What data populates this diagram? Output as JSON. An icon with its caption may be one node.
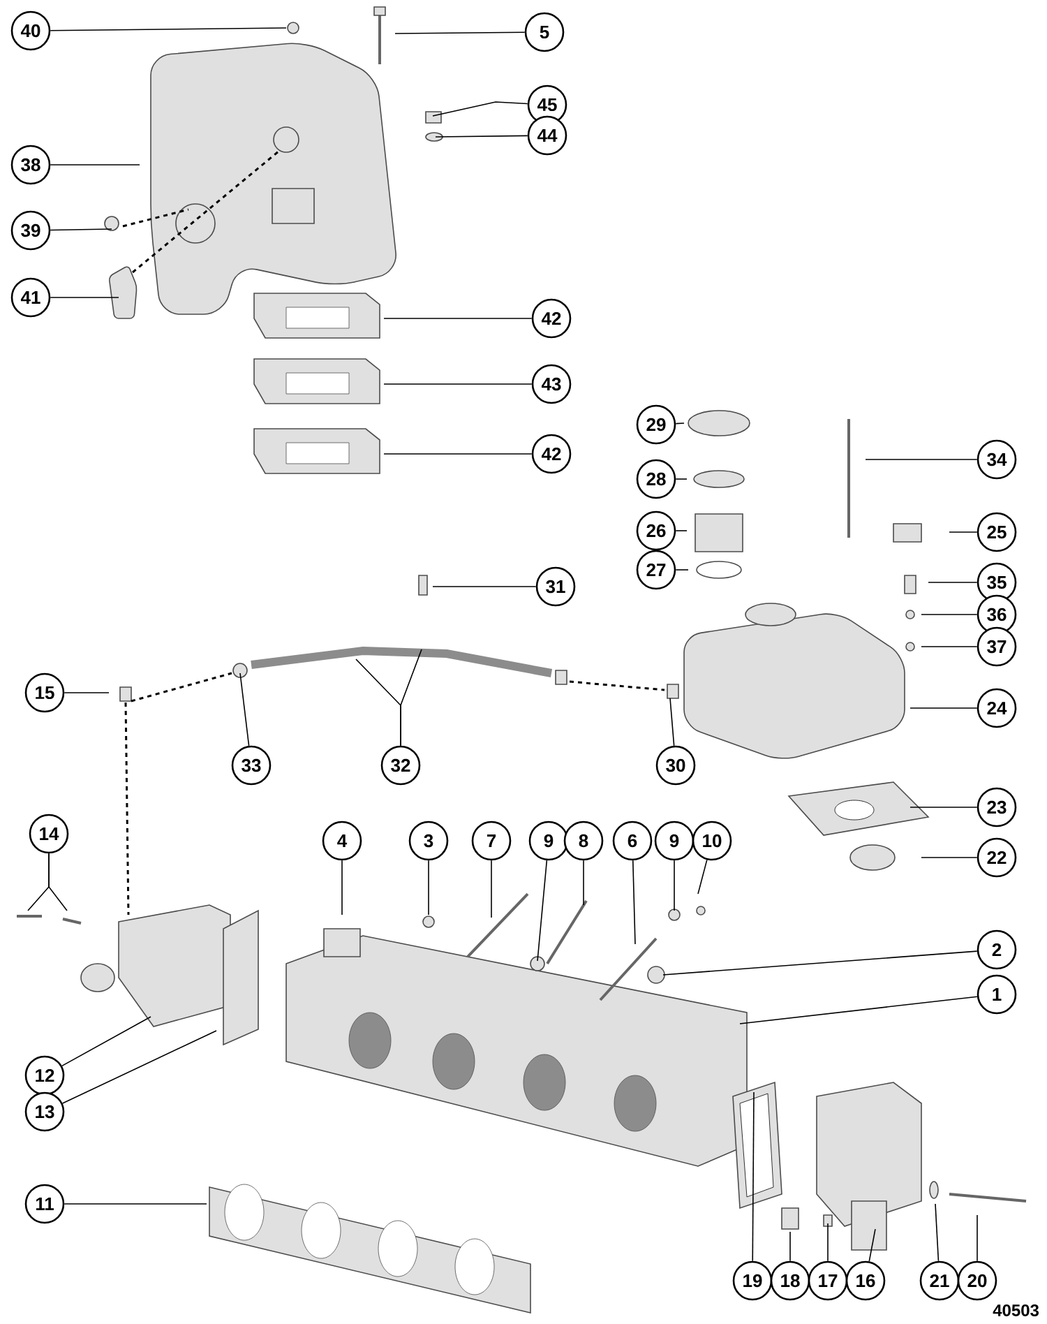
{
  "diagram": {
    "nodes": [
      {
        "text": [
          "40"
        ]
      },
      {
        "text": [
          "5"
        ]
      },
      {
        "text": [
          "45"
        ]
      },
      {
        "text": [
          "44"
        ]
      },
      {
        "text": [
          "38"
        ]
      },
      {
        "text": [
          "39"
        ]
      },
      {
        "text": [
          "41"
        ]
      },
      {
        "text": [
          "42"
        ]
      },
      {
        "text": [
          "43"
        ]
      },
      {
        "text": [
          "42"
        ]
      },
      {
        "text": [
          "29"
        ]
      },
      {
        "text": [
          "34"
        ]
      },
      {
        "text": [
          "28"
        ]
      },
      {
        "text": [
          "25"
        ]
      },
      {
        "text": [
          "26"
        ]
      },
      {
        "text": [
          "27"
        ]
      },
      {
        "text": [
          "35"
        ]
      },
      {
        "text": [
          "31"
        ]
      },
      {
        "text": [
          "36"
        ]
      },
      {
        "text": [
          "37"
        ]
      },
      {
        "text": [
          "15"
        ]
      },
      {
        "text": [
          "33"
        ]
      },
      {
        "text": [
          "32"
        ]
      },
      {
        "text": [
          "30"
        ]
      },
      {
        "text": [
          "24"
        ]
      },
      {
        "text": [
          "14"
        ]
      },
      {
        "text": [
          "23"
        ]
      },
      {
        "text": [
          "4"
        ]
      },
      {
        "text": [
          "3"
        ]
      },
      {
        "text": [
          "7"
        ]
      },
      {
        "text": [
          "9"
        ]
      },
      {
        "text": [
          "8"
        ]
      },
      {
        "text": [
          "6"
        ]
      },
      {
        "text": [
          "9"
        ]
      },
      {
        "text": [
          "10"
        ]
      },
      {
        "text": [
          "22"
        ]
      },
      {
        "text": [
          "2"
        ]
      },
      {
        "text": [
          "1"
        ]
      },
      {
        "text": [
          "12"
        ]
      },
      {
        "text": [
          "13"
        ]
      },
      {
        "text": [
          "11"
        ]
      },
      {
        "text": [
          "19"
        ]
      },
      {
        "text": [
          "18"
        ]
      },
      {
        "text": [
          "17"
        ]
      },
      {
        "text": [
          "16"
        ]
      },
      {
        "text": [
          "21"
        ]
      },
      {
        "text": [
          "20"
        ]
      }
    ],
    "edges": [
      {
        "from": 0,
        "to": null,
        "arrow": "none"
      },
      {
        "from": 1,
        "to": null,
        "arrow": "none"
      },
      {
        "from": 2,
        "to": null,
        "arrow": "none"
      },
      {
        "from": 3,
        "to": null,
        "arrow": "none"
      },
      {
        "from": 4,
        "to": null,
        "arrow": "none"
      },
      {
        "from": 5,
        "to": null,
        "arrow": "none"
      },
      {
        "from": 6,
        "to": null,
        "arrow": "none"
      },
      {
        "from": 7,
        "to": null,
        "arrow": "none"
      },
      {
        "from": 8,
        "to": null,
        "arrow": "none"
      },
      {
        "from": 9,
        "to": null,
        "arrow": "none"
      },
      {
        "from": 10,
        "to": null,
        "arrow": "none"
      },
      {
        "from": 11,
        "to": null,
        "arrow": "none"
      },
      {
        "from": 12,
        "to": null,
        "arrow": "none"
      },
      {
        "from": 13,
        "to": null,
        "arrow": "none"
      },
      {
        "from": 14,
        "to": null,
        "arrow": "none"
      },
      {
        "from": 15,
        "to": null,
        "arrow": "none"
      },
      {
        "from": 16,
        "to": null,
        "arrow": "none"
      },
      {
        "from": 17,
        "to": null,
        "arrow": "none"
      },
      {
        "from": 18,
        "to": null,
        "arrow": "none"
      },
      {
        "from": 19,
        "to": null,
        "arrow": "none"
      },
      {
        "from": 20,
        "to": null,
        "arrow": "none"
      },
      {
        "from": 21,
        "to": null,
        "arrow": "none"
      },
      {
        "from": 22,
        "to": null,
        "arrow": "none"
      },
      {
        "from": 22,
        "to": null,
        "arrow": "none"
      },
      {
        "from": 23,
        "to": null,
        "arrow": "none"
      },
      {
        "from": 24,
        "to": null,
        "arrow": "none"
      },
      {
        "from": 25,
        "to": null,
        "arrow": "none"
      },
      {
        "from": 25,
        "to": null,
        "arrow": "none"
      },
      {
        "from": 26,
        "to": null,
        "arrow": "none"
      },
      {
        "from": 27,
        "to": null,
        "arrow": "none"
      },
      {
        "from": 28,
        "to": null,
        "arrow": "none"
      },
      {
        "from": 29,
        "to": null,
        "arrow": "none"
      },
      {
        "from": 30,
        "to": null,
        "arrow": "none"
      },
      {
        "from": 31,
        "to": null,
        "arrow": "none"
      },
      {
        "from": 32,
        "to": null,
        "arrow": "none"
      },
      {
        "from": 33,
        "to": null,
        "arrow": "none"
      },
      {
        "from": 34,
        "to": null,
        "arrow": "none"
      },
      {
        "from": 35,
        "to": null,
        "arrow": "none"
      },
      {
        "from": 36,
        "to": null,
        "arrow": "none"
      },
      {
        "from": 37,
        "to": null,
        "arrow": "none"
      },
      {
        "from": 38,
        "to": null,
        "arrow": "none"
      },
      {
        "from": 39,
        "to": null,
        "arrow": "none"
      },
      {
        "from": 40,
        "to": null,
        "arrow": "none"
      },
      {
        "from": 41,
        "to": null,
        "arrow": "none"
      },
      {
        "from": 42,
        "to": null,
        "arrow": "none"
      },
      {
        "from": 43,
        "to": null,
        "arrow": "none"
      },
      {
        "from": 44,
        "to": null,
        "arrow": "none"
      },
      {
        "from": 45,
        "to": null,
        "arrow": "none"
      },
      {
        "from": 46,
        "to": null,
        "arrow": "none"
      }
    ],
    "labels": [
      "40503"
    ]
  }
}
